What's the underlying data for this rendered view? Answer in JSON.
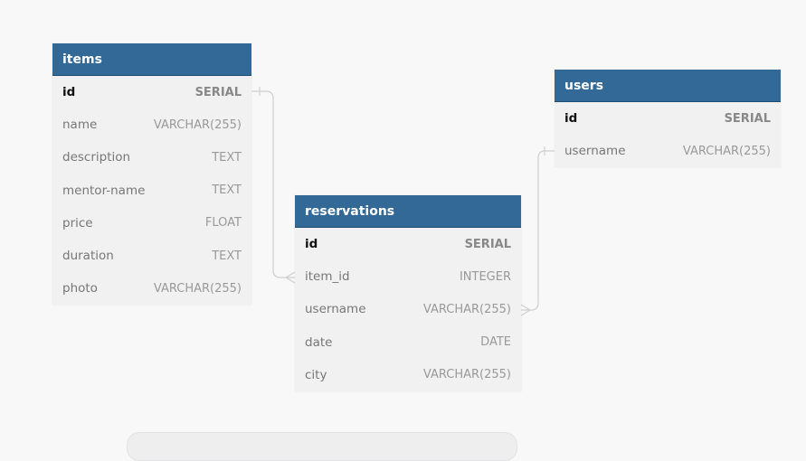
{
  "tables": [
    {
      "key": "items",
      "name": "items",
      "columns": [
        {
          "name": "id",
          "type": "SERIAL",
          "pk": true
        },
        {
          "name": "name",
          "type": "VARCHAR(255)"
        },
        {
          "name": "description",
          "type": "TEXT"
        },
        {
          "name": "mentor-name",
          "type": "TEXT"
        },
        {
          "name": "price",
          "type": "FLOAT"
        },
        {
          "name": "duration",
          "type": "TEXT"
        },
        {
          "name": "photo",
          "type": "VARCHAR(255)"
        }
      ]
    },
    {
      "key": "reservations",
      "name": "reservations",
      "columns": [
        {
          "name": "id",
          "type": "SERIAL",
          "pk": true
        },
        {
          "name": "item_id",
          "type": "INTEGER"
        },
        {
          "name": "username",
          "type": "VARCHAR(255)"
        },
        {
          "name": "date",
          "type": "DATE"
        },
        {
          "name": "city",
          "type": "VARCHAR(255)"
        }
      ]
    },
    {
      "key": "users",
      "name": "users",
      "columns": [
        {
          "name": "id",
          "type": "SERIAL",
          "pk": true
        },
        {
          "name": "username",
          "type": "VARCHAR(255)"
        }
      ]
    }
  ],
  "relationships": [
    {
      "from": "items.id",
      "to": "reservations.item_id",
      "from_end": "one",
      "to_end": "many"
    },
    {
      "from": "users.username",
      "to": "reservations.username",
      "from_end": "one",
      "to_end": "many"
    }
  ],
  "colors": {
    "header": "#326996",
    "body": "#f1f1f1",
    "connector": "#cfcfcf"
  }
}
